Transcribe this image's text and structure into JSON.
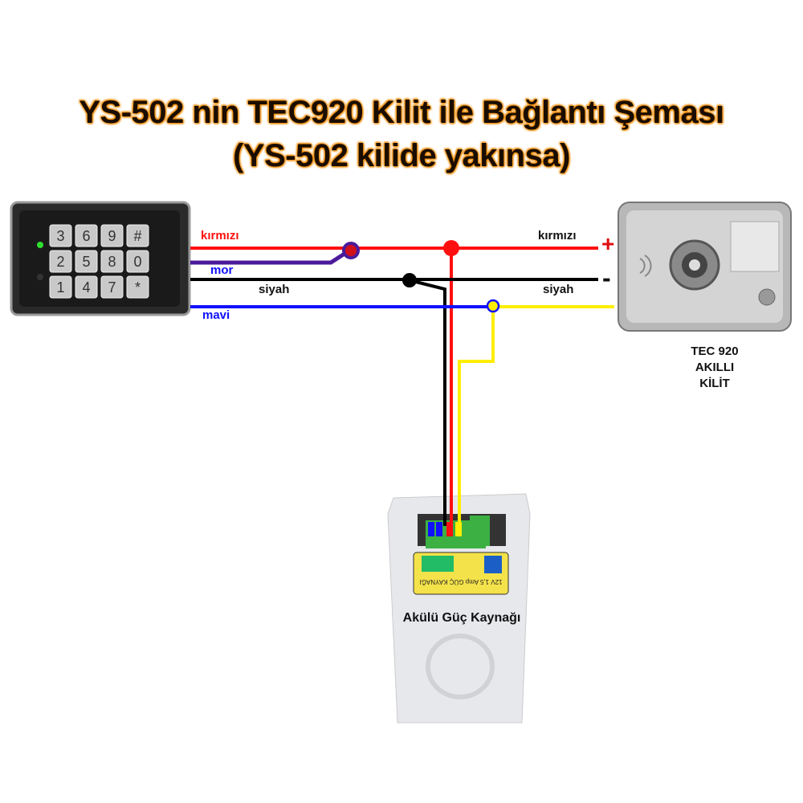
{
  "title": {
    "line1": "YS-502  nin  TEC920 Kilit ile Bağlantı Şeması",
    "line2": "(YS-502  kilide yakınsa)"
  },
  "wires_left": {
    "red": "kırmızı",
    "purple": "mor",
    "black": "siyah",
    "blue": "mavi"
  },
  "wires_right": {
    "red": "kırmızı",
    "black": "siyah",
    "plus": "+",
    "minus": "-"
  },
  "keypad": {
    "keys": [
      "3",
      "6",
      "9",
      "#",
      "2",
      "5",
      "8",
      "0",
      "1",
      "4",
      "7",
      "*"
    ]
  },
  "lock": {
    "line1": "TEC 920",
    "line2": "AKILLI",
    "line3": "KİLİT"
  },
  "power_supply": {
    "label": "Akülü Güç Kaynağı",
    "sticker": "12V 1,5 Amp GÜÇ KAYNAĞI"
  },
  "colors": {
    "red": "#ff1010",
    "purple": "#4b1a9a",
    "black": "#000000",
    "blue": "#1010ff",
    "yellow": "#ffee00",
    "title_glow": "#f08a00"
  }
}
